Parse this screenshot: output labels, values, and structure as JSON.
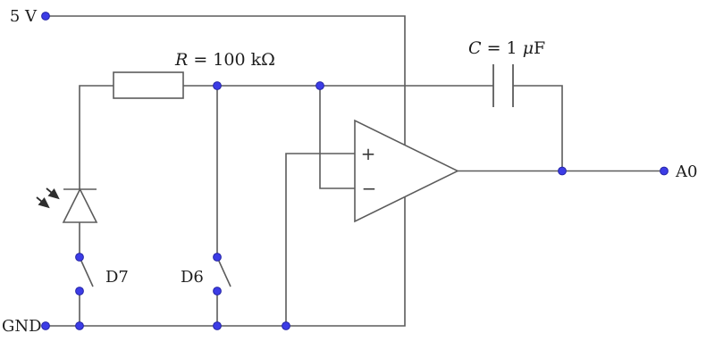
{
  "diagram": {
    "kind": "circuit-schematic",
    "colors": {
      "background": "#ffffff",
      "wire": "#5c5c5c",
      "node_fill": "#3c3ce6",
      "node_border": "#2525a5",
      "text": "#1d1d1d"
    },
    "labels": {
      "supply": "5 V",
      "ground": "GND",
      "output": "A0",
      "switch_left": "D7",
      "switch_right": "D6",
      "resistor_var": "R",
      "resistor_rest": " = 100 kΩ",
      "capacitor_var": "C",
      "capacitor_mid": " = 1 ",
      "capacitor_mu": "μ",
      "capacitor_unit": "F",
      "opamp_noninverting": "+",
      "opamp_inverting": "−"
    }
  }
}
